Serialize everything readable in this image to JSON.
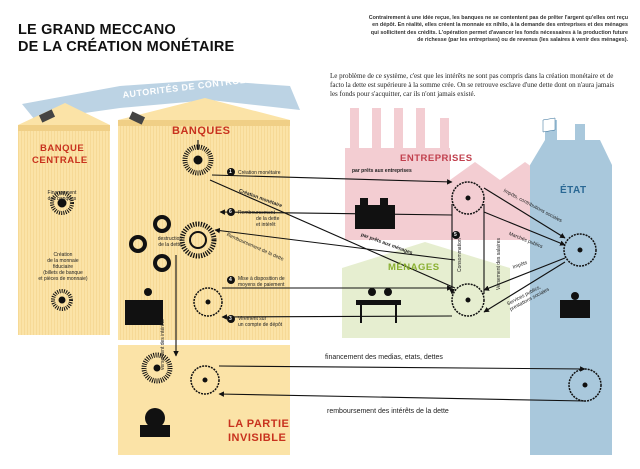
{
  "title": {
    "line1": "LE GRAND MECCANO",
    "line2": "DE LA CRÉATION MONÉTAIRE"
  },
  "intro": "Contrairement à une idée reçue, les banques ne se contentent pas de prêter l'argent qu'elles ont reçu en dépôt. En réalité, elles créent la monnaie ex nihilo, à la demande des entreprises et des ménages qui sollicitent des crédits. L'opération permet d'avancer les fonds nécessaires à la production future de richesse (par les entreprises) ou de revenus (les salaires à venir des ménages).",
  "paragraph": "Le problème de ce système, c'est que les intérêts ne sont pas compris dans la création monétaire et de facto la dette est supérieure à la somme crée. On se retrouve esclave d'une dette dont on n'aura jamais les fonds pour s'acquitter, car ils n'ont jamais existé.",
  "blocks": {
    "autorites": "AUTORITÉS DE CONTRÔLE",
    "banque_centrale_1": "BANQUE",
    "banque_centrale_2": "CENTRALE",
    "banques": "BANQUES",
    "entreprises": "ENTREPRISES",
    "menages": "MÉNAGES",
    "etat": "ÉTAT",
    "partie_1": "LA PARTIE",
    "partie_2": "INVISIBLE"
  },
  "labels": {
    "financement_banques_1": "Financement",
    "financement_banques_2": "des banques",
    "creation_fiduciaire_1": "Création",
    "creation_fiduciaire_2": "de la monnaie",
    "creation_fiduciaire_3": "fiduciaire",
    "creation_fiduciaire_4": "(billets de banque",
    "creation_fiduciaire_5": "et pièces de monnaie)",
    "destruction_1": "destruction",
    "destruction_2": "de la dette",
    "step1": "Création monétaire",
    "step2a": "Création",
    "step2b": "monétaire",
    "step6a": "Remboursement",
    "step6b": "de la dette",
    "step6c": "et intérêt",
    "remb_diag": "Remboursement de la dette",
    "step4a": "Mise à disposition de",
    "step4b": "moyens de paiement",
    "step3a": "Virement sur",
    "step3b": "un compte de dépôt",
    "vers_interets": "versement des intérêts",
    "prets_entreprises": "par prêts aux entreprises",
    "prets_menages": "par prêts aux ménages",
    "step5": "Consommation",
    "versement_salaires": "Versement des salaires",
    "impots": "Impôts, contributions sociales",
    "marches": "Marchés publics",
    "impots2": "Impôts",
    "services_1": "Services publics,",
    "services_2": "prestations sociales",
    "financement_medias": "financement des medias, etats, dettes",
    "remboursement_interets": "remboursement des intérêts de la dette"
  },
  "steps": [
    "1",
    "2",
    "3",
    "4",
    "5",
    "6"
  ],
  "colors": {
    "banques": "#fbe3a7",
    "autorites": "#bcd3e4",
    "entreprises": "#f3cdd2",
    "menages": "#e6eed0",
    "etat": "#a9c8dc",
    "ink": "#111111",
    "menages_text": "#8ab032",
    "entreprises_text": "#c1404e",
    "banques_text": "#c8321e",
    "etat_text": "#2a6894"
  }
}
